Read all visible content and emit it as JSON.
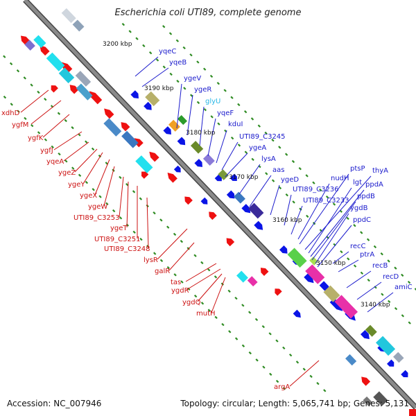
{
  "title": "Escherichia coli UTI89, complete genome",
  "footer": {
    "accession": "Accession: NC_007946",
    "topology": "Topology: circular; Length: 5,065,741 bp; Genes: 5,131"
  },
  "colors": {
    "backbone": "#8a8a8a",
    "backbone_edge": "#444444",
    "tick": "#2e8b22",
    "forward_gene": "#0a14e6",
    "reverse_gene": "#ee1111",
    "label_blue": "#1a1acc",
    "label_red": "#cc1111",
    "label_cyan": "#27b7e6"
  },
  "scale_labels": [
    "3200 kbp",
    "3190 kbp",
    "3180 kbp",
    "3170 kbp",
    "3160 kbp",
    "3150 kbp",
    "3140 kbp"
  ],
  "genes_blue": [
    {
      "name": "yqeC",
      "cls": "lbl-blue"
    },
    {
      "name": "yqeB",
      "cls": "lbl-blue"
    },
    {
      "name": "ygeV",
      "cls": "lbl-blue"
    },
    {
      "name": "ygeR",
      "cls": "lbl-blue"
    },
    {
      "name": "glyU",
      "cls": "lbl-cyan"
    },
    {
      "name": "yqeF",
      "cls": "lbl-blue"
    },
    {
      "name": "kduI",
      "cls": "lbl-blue"
    },
    {
      "name": "UTI89_C3245",
      "cls": "lbl-blue"
    },
    {
      "name": "ygeA",
      "cls": "lbl-blue"
    },
    {
      "name": "lysA",
      "cls": "lbl-blue"
    },
    {
      "name": "aas",
      "cls": "lbl-blue"
    },
    {
      "name": "ygeD",
      "cls": "lbl-blue"
    },
    {
      "name": "UTI89_C3236",
      "cls": "lbl-blue"
    },
    {
      "name": "UTI89_C3233",
      "cls": "lbl-blue"
    },
    {
      "name": "nudH",
      "cls": "lbl-blue"
    },
    {
      "name": "ptsP",
      "cls": "lbl-blue"
    },
    {
      "name": "thyA",
      "cls": "lbl-blue"
    },
    {
      "name": "lgt",
      "cls": "lbl-blue"
    },
    {
      "name": "ppdA",
      "cls": "lbl-blue"
    },
    {
      "name": "ppdB",
      "cls": "lbl-blue"
    },
    {
      "name": "ygdB",
      "cls": "lbl-blue"
    },
    {
      "name": "ppdC",
      "cls": "lbl-blue"
    },
    {
      "name": "recC",
      "cls": "lbl-blue"
    },
    {
      "name": "ptrA",
      "cls": "lbl-blue"
    },
    {
      "name": "recB",
      "cls": "lbl-blue"
    },
    {
      "name": "recD",
      "cls": "lbl-blue"
    },
    {
      "name": "amiC",
      "cls": "lbl-blue"
    }
  ],
  "genes_red": [
    {
      "name": "xdhD"
    },
    {
      "name": "ygfM"
    },
    {
      "name": "ygfK"
    },
    {
      "name": "ygfJ"
    },
    {
      "name": "yqeA"
    },
    {
      "name": "ygeZ"
    },
    {
      "name": "ygeY"
    },
    {
      "name": "ygeX"
    },
    {
      "name": "ygeW"
    },
    {
      "name": "UTI89_C3253"
    },
    {
      "name": "ygeT"
    },
    {
      "name": "UTI89_C3251"
    },
    {
      "name": "UTI89_C3248"
    },
    {
      "name": "lysR"
    },
    {
      "name": "galR"
    },
    {
      "name": "tas"
    },
    {
      "name": "ygdR"
    },
    {
      "name": "ygdQ"
    },
    {
      "name": "mutH"
    },
    {
      "name": "argA"
    }
  ]
}
